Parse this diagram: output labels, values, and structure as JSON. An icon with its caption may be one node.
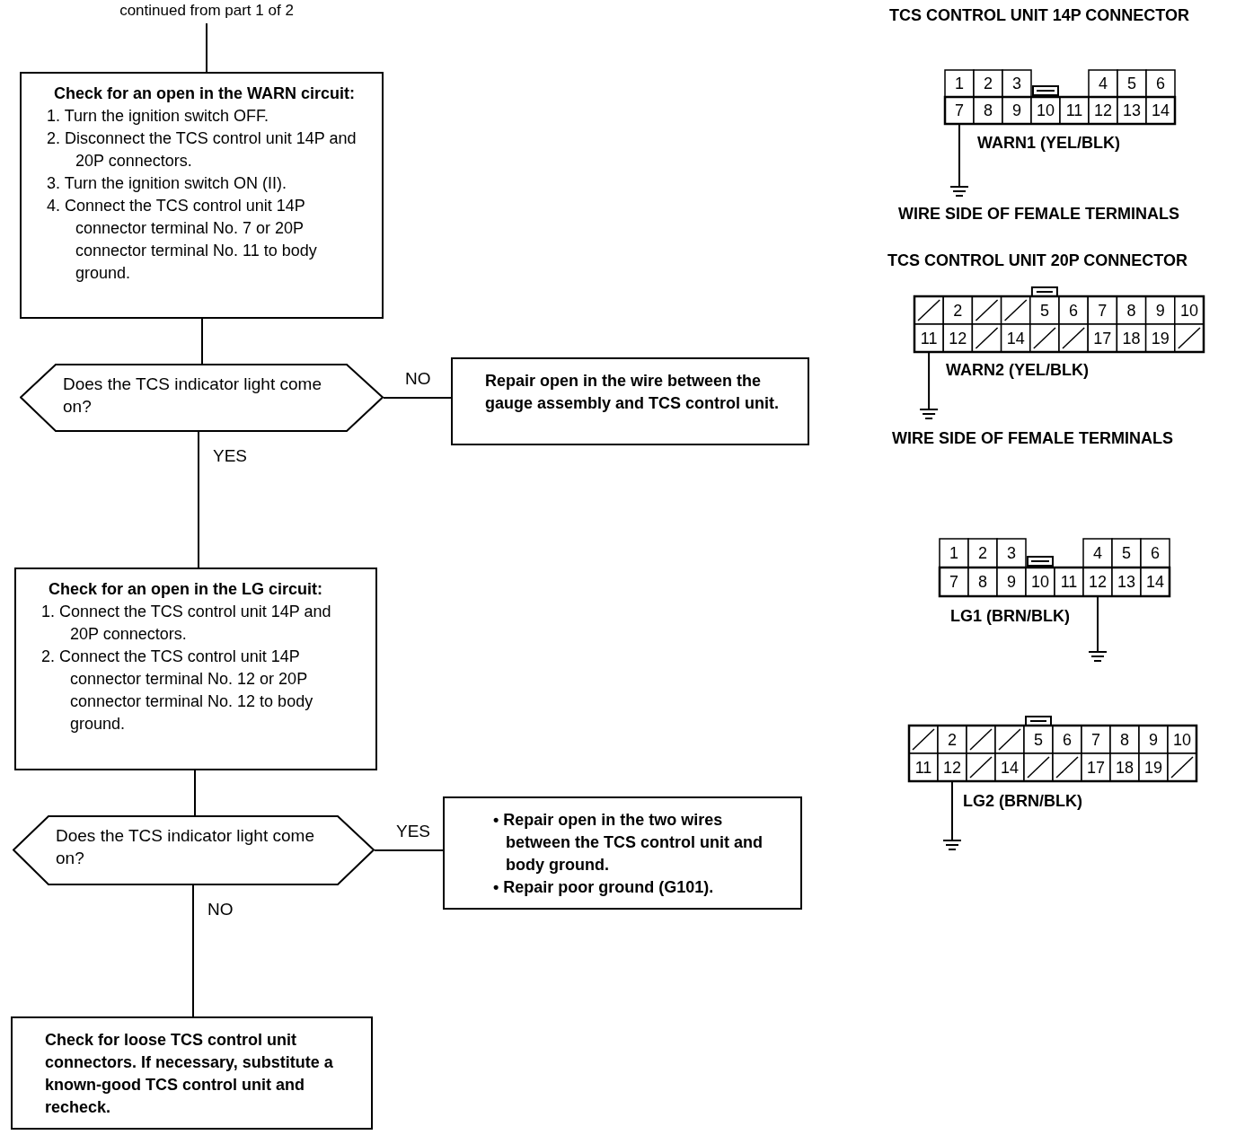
{
  "diagram": {
    "nodes": [
      {
        "text": [
          "continued from part 1 of 2"
        ]
      },
      {
        "text": [
          "Check for an open in the WARN circuit:",
          "1. Turn the ignition switch OFF.",
          "2. Disconnect the TCS control unit 14P and 20P connectors.",
          "3. Turn the ignition switch ON (II).",
          "4. Connect the TCS control unit 14P connector terminal No. 7 or 20P connector terminal No. 11 to body ground."
        ]
      },
      {
        "text": [
          "Does the TCS indicator light come on?"
        ]
      },
      {
        "text": [
          "Repair open in the wire between the gauge assembly and TCS control unit."
        ]
      },
      {
        "text": [
          "Check for an open in the LG circuit:",
          "1. Connect the TCS control unit 14P and 20P connectors.",
          "2. Connect the TCS control unit 14P connector terminal No. 12 or 20P connector terminal No. 12 to body ground."
        ]
      },
      {
        "text": [
          "Does the TCS indicator light come on?"
        ]
      },
      {
        "text": [
          "• Repair open in the two wires between the TCS control unit and body ground.",
          "• Repair poor ground (G101)."
        ]
      },
      {
        "text": [
          "Check for loose TCS control unit connectors. If necessary, substitute a known-good TCS control unit and recheck."
        ]
      }
    ],
    "edges": [
      {
        "from": 0,
        "to": 1,
        "arrow": "none"
      },
      {
        "from": 1,
        "to": 2,
        "arrow": "none"
      },
      {
        "from": 2,
        "to": 3,
        "arrow": "none",
        "label": "NO"
      },
      {
        "from": 2,
        "to": 4,
        "arrow": "none",
        "label": "YES"
      },
      {
        "from": 4,
        "to": 5,
        "arrow": "none"
      },
      {
        "from": 5,
        "to": 6,
        "arrow": "none",
        "label": "YES"
      },
      {
        "from": 5,
        "to": 7,
        "arrow": "none",
        "label": "NO"
      }
    ],
    "labels": [
      "TCS CONTROL UNIT 14P CONNECTOR",
      "1",
      "2",
      "3",
      "4",
      "5",
      "6",
      "7",
      "8",
      "9",
      "10",
      "11",
      "12",
      "13",
      "14",
      "WARN1 (YEL/BLK)",
      "WIRE SIDE OF FEMALE TERMINALS",
      "TCS CONTROL UNIT 20P CONNECTOR",
      "2",
      "5",
      "6",
      "7",
      "8",
      "9",
      "10",
      "11",
      "12",
      "14",
      "17",
      "18",
      "19",
      "WARN2 (YEL/BLK)",
      "WIRE SIDE OF FEMALE TERMINALS",
      "1",
      "2",
      "3",
      "4",
      "5",
      "6",
      "7",
      "8",
      "9",
      "10",
      "11",
      "12",
      "13",
      "14",
      "LG1 (BRN/BLK)",
      "2",
      "5",
      "6",
      "7",
      "8",
      "9",
      "10",
      "11",
      "12",
      "14",
      "17",
      "18",
      "19",
      "LG2 (BRN/BLK)"
    ]
  }
}
